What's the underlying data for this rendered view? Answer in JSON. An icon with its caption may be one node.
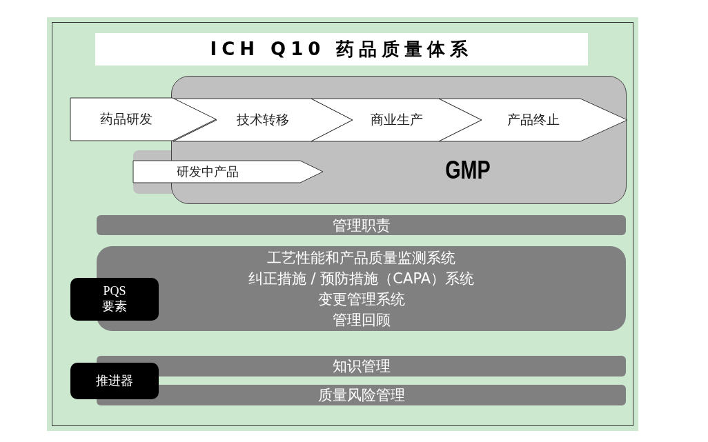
{
  "diagram": {
    "title": "ICH Q10 药品质量体系",
    "nodes": [
      {
        "text": [
          "GMP"
        ]
      },
      {
        "text": [
          "药品研发"
        ]
      },
      {
        "text": [
          "技术转移"
        ],
        "in": 0
      },
      {
        "text": [
          "商业生产"
        ],
        "in": 0
      },
      {
        "text": [
          "产品终止"
        ],
        "in": 0
      },
      {
        "text": [
          "研发中产品"
        ]
      },
      {
        "text": [
          "管理职责"
        ]
      },
      {
        "text": [
          "工艺性能和产品质量监测系统",
          "纠正措施 / 预防措施（CAPA）系统",
          "变更管理系统",
          "管理回顾"
        ]
      },
      {
        "text": [
          "PQS 要素"
        ]
      },
      {
        "text": [
          "知识管理"
        ]
      },
      {
        "text": [
          "质量风险管理"
        ]
      },
      {
        "text": [
          "推进器"
        ]
      }
    ]
  }
}
